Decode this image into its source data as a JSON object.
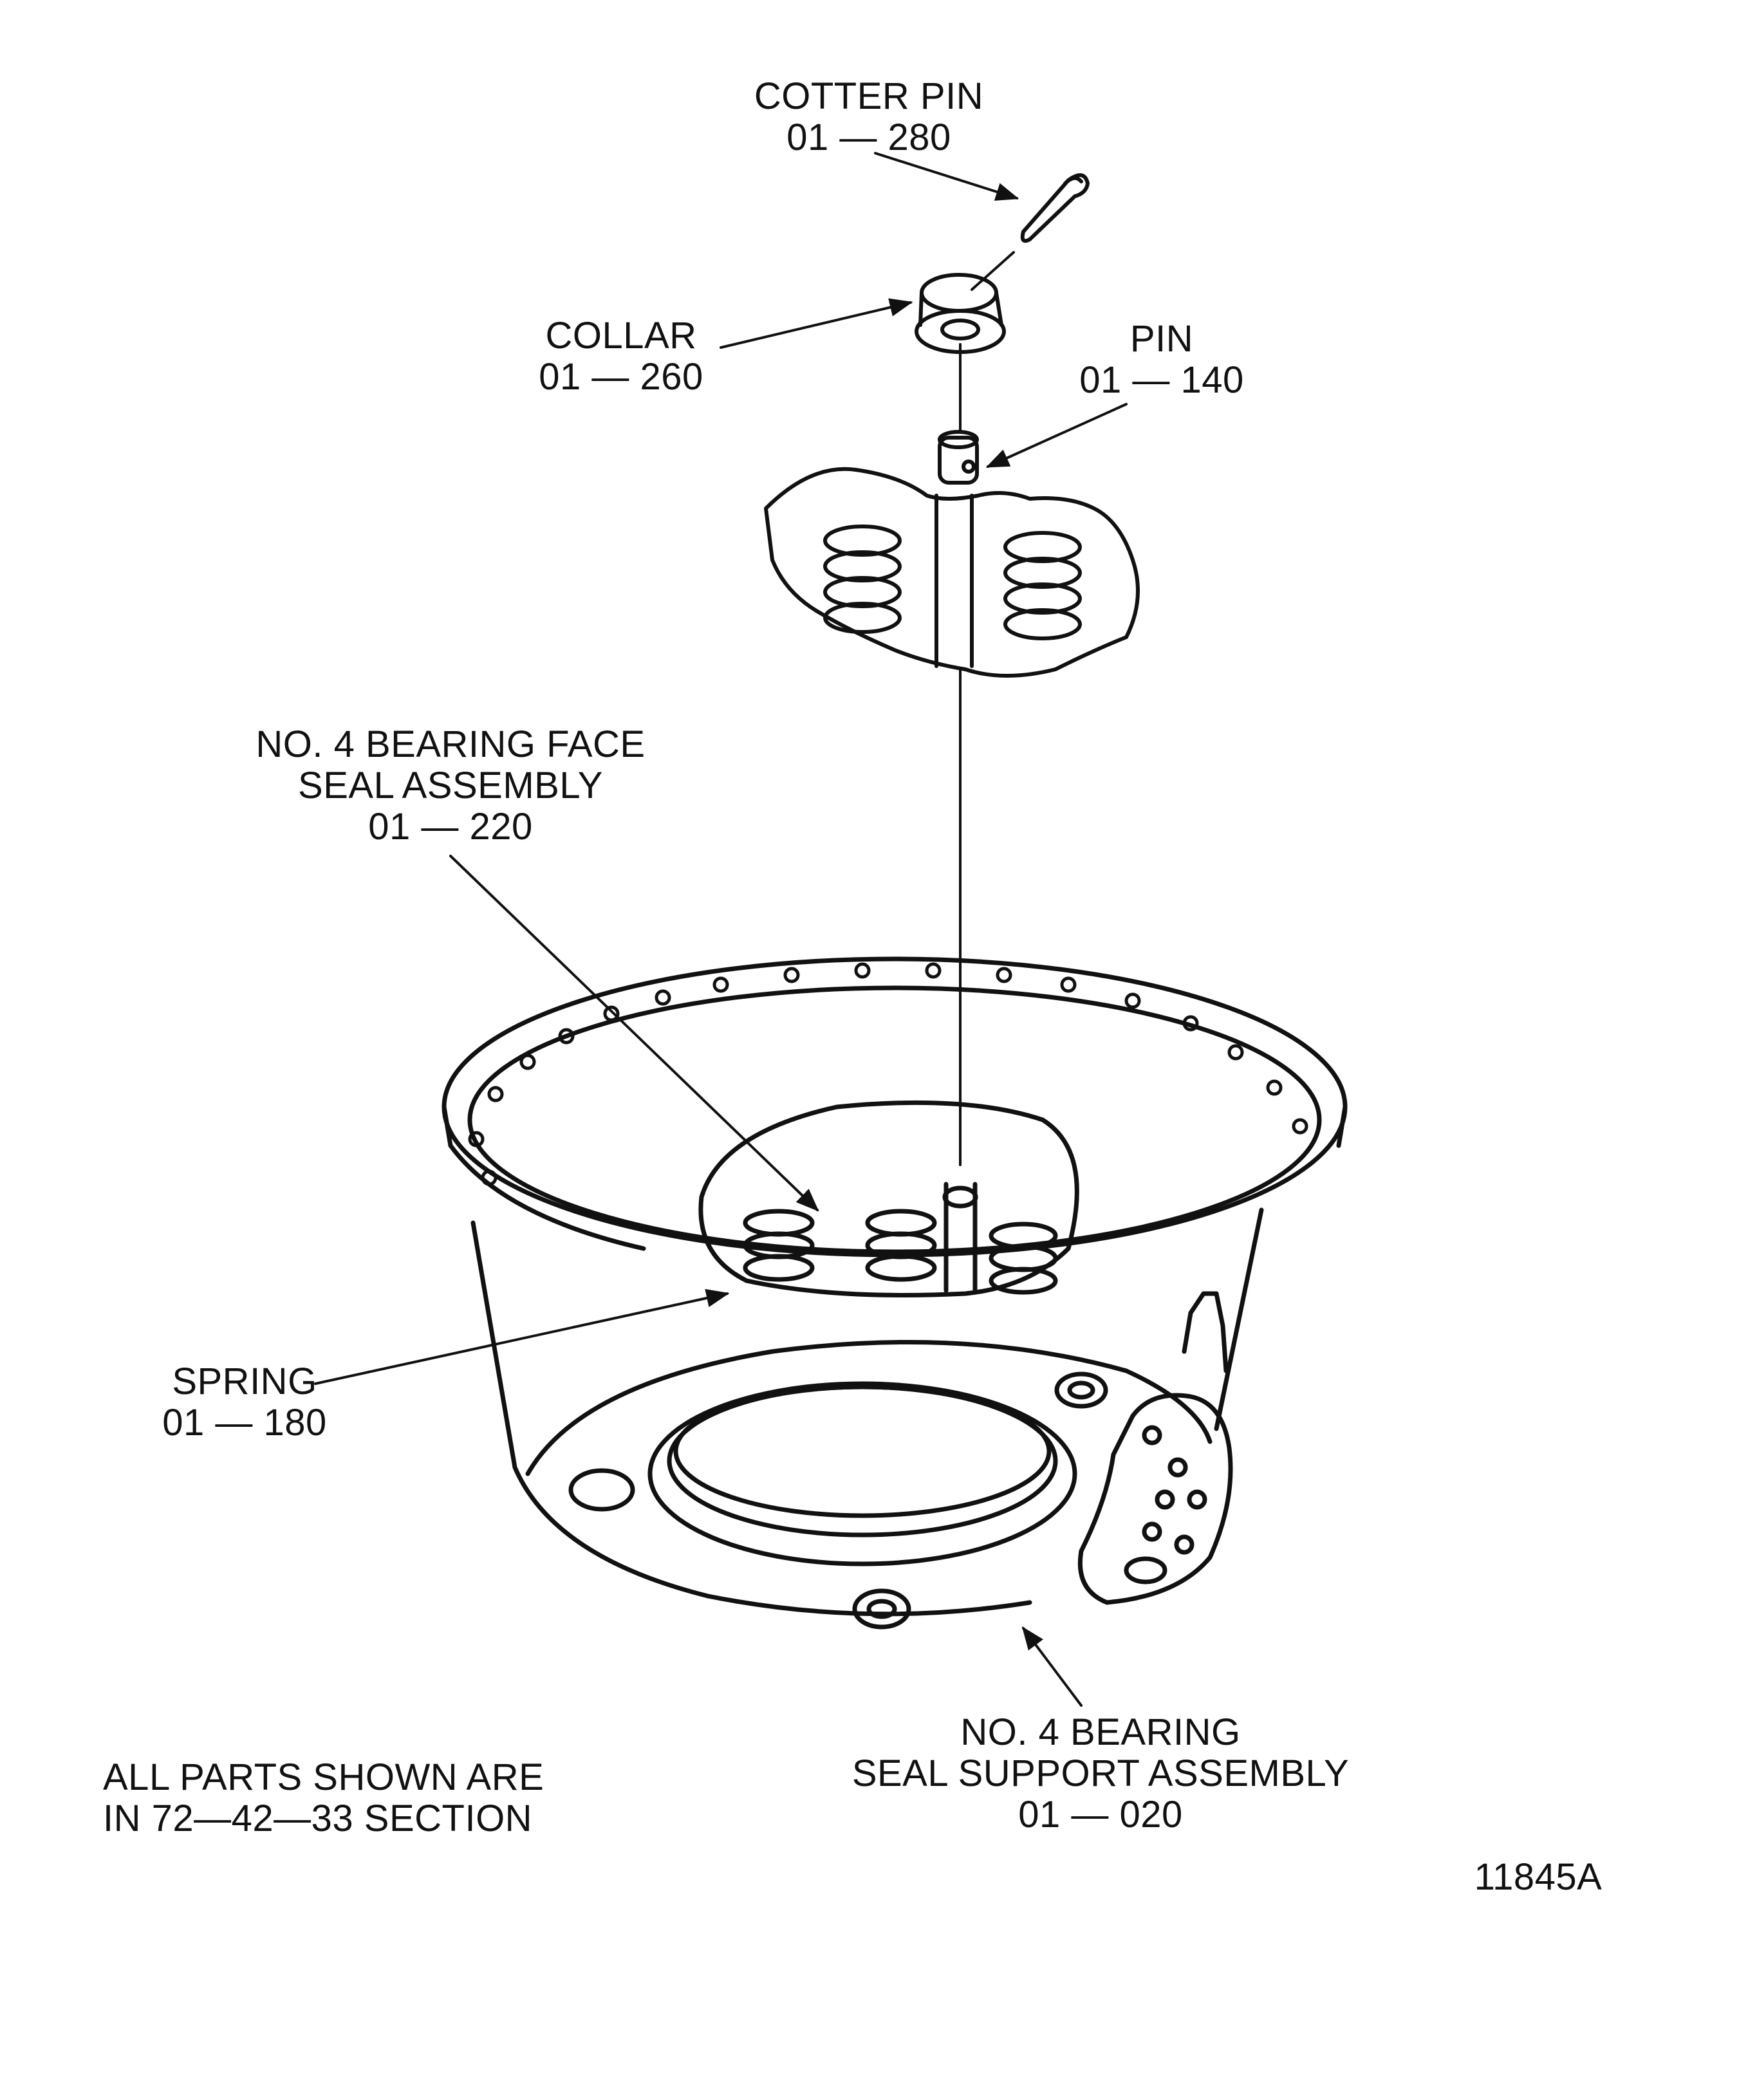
{
  "labels": {
    "cotter_pin": {
      "name": "COTTER PIN",
      "part": "01 — 280"
    },
    "collar": {
      "name": "COLLAR",
      "part": "01 — 260"
    },
    "pin": {
      "name": "PIN",
      "part": "01 — 140"
    },
    "face_seal": {
      "line1": "NO. 4 BEARING FACE",
      "line2": "SEAL ASSEMBLY",
      "part": "01 — 220"
    },
    "spring": {
      "name": "SPRING",
      "part": "01 — 180"
    },
    "seal_support": {
      "line1": "NO. 4 BEARING",
      "line2": "SEAL SUPPORT ASSEMBLY",
      "part": "01 — 020"
    }
  },
  "note": {
    "line1": "ALL PARTS SHOWN ARE",
    "line2": "IN 72—42—33 SECTION"
  },
  "figure_id": "11845A"
}
